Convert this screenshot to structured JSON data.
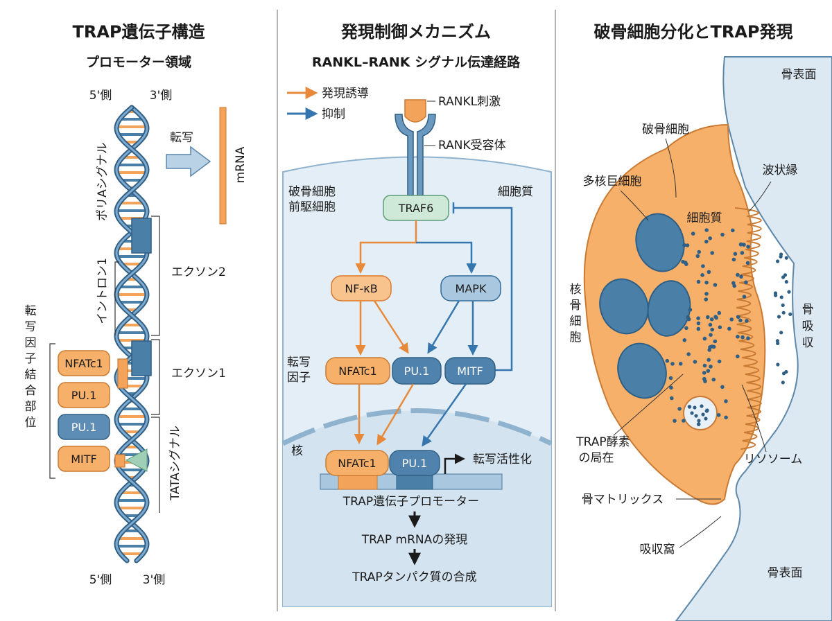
{
  "panel1": {
    "title": "TRAP遺伝子構造",
    "subtitle": "プロモーター領域",
    "top_5prime": "5'側",
    "top_3prime": "3'側",
    "bottom_5prime": "5'側",
    "bottom_3prime": "3'側",
    "transcription": "転写",
    "mrna": "mRNA",
    "polyA": "ポリAシグナル",
    "intron1": "イントロン1",
    "exon2": "エクソン2",
    "exon1": "エクソン1",
    "tata": "TATAシグナル",
    "tf_site": "転写因子結合部位",
    "tf_boxes": [
      "NFATc1",
      "PU.1",
      "PU.1",
      "MITF"
    ]
  },
  "panel2": {
    "title": "発現制御メカニズム",
    "subtitle": "RANKL–RANK シグナル伝達経路",
    "legend_induce": "発現誘導",
    "legend_inhibit": "抑制",
    "rankl": "RANKL刺激",
    "rank": "RANK受容体",
    "precursor_1": "破骨細胞",
    "precursor_2": "前駆細胞",
    "cytoplasm": "細胞質",
    "traf6": "TRAF6",
    "nfkb": "NF-κB",
    "mapk": "MAPK",
    "tf_label_1": "転写",
    "tf_label_2": "因子",
    "nfatc1": "NFATc1",
    "pu1": "PU.1",
    "mitf": "MITF",
    "nucleus": "核",
    "nuc_nfatc1": "NFATc1",
    "nuc_pu1": "PU.1",
    "activation": "転写活性化",
    "promoter": "TRAP遺伝子プロモーター",
    "mrna_expr": "TRAP mRNAの発現",
    "protein": "TRAPタンパク質の合成"
  },
  "panel3": {
    "title": "破骨細胞分化とTRAP発現",
    "bone_surface_top": "骨表面",
    "osteoclast": "破骨細胞",
    "multinuclear": "多核巨細胞",
    "ruffled": "波状縁",
    "cytoplasm": "細胞質",
    "nucleus_label": [
      "核",
      "骨",
      "細",
      "胞"
    ],
    "resorption": [
      "骨",
      "吸",
      "収"
    ],
    "trap_loc_1": "TRAP酵素",
    "trap_loc_2": "の局在",
    "lysosome": "リソソーム",
    "bone_matrix": "骨マトリックス",
    "pit": "吸収窩",
    "bone_surface_bottom": "骨表面"
  },
  "colors": {
    "orange": "#F3A45A",
    "orange_dark": "#D9782B",
    "blue": "#4A7FA8",
    "blue_dark": "#2F6B9B",
    "blue_light": "#A9C7DE",
    "green": "#CFE9D9",
    "cell_bg": "#E6F0F8",
    "bone": "#DCE9F3"
  }
}
